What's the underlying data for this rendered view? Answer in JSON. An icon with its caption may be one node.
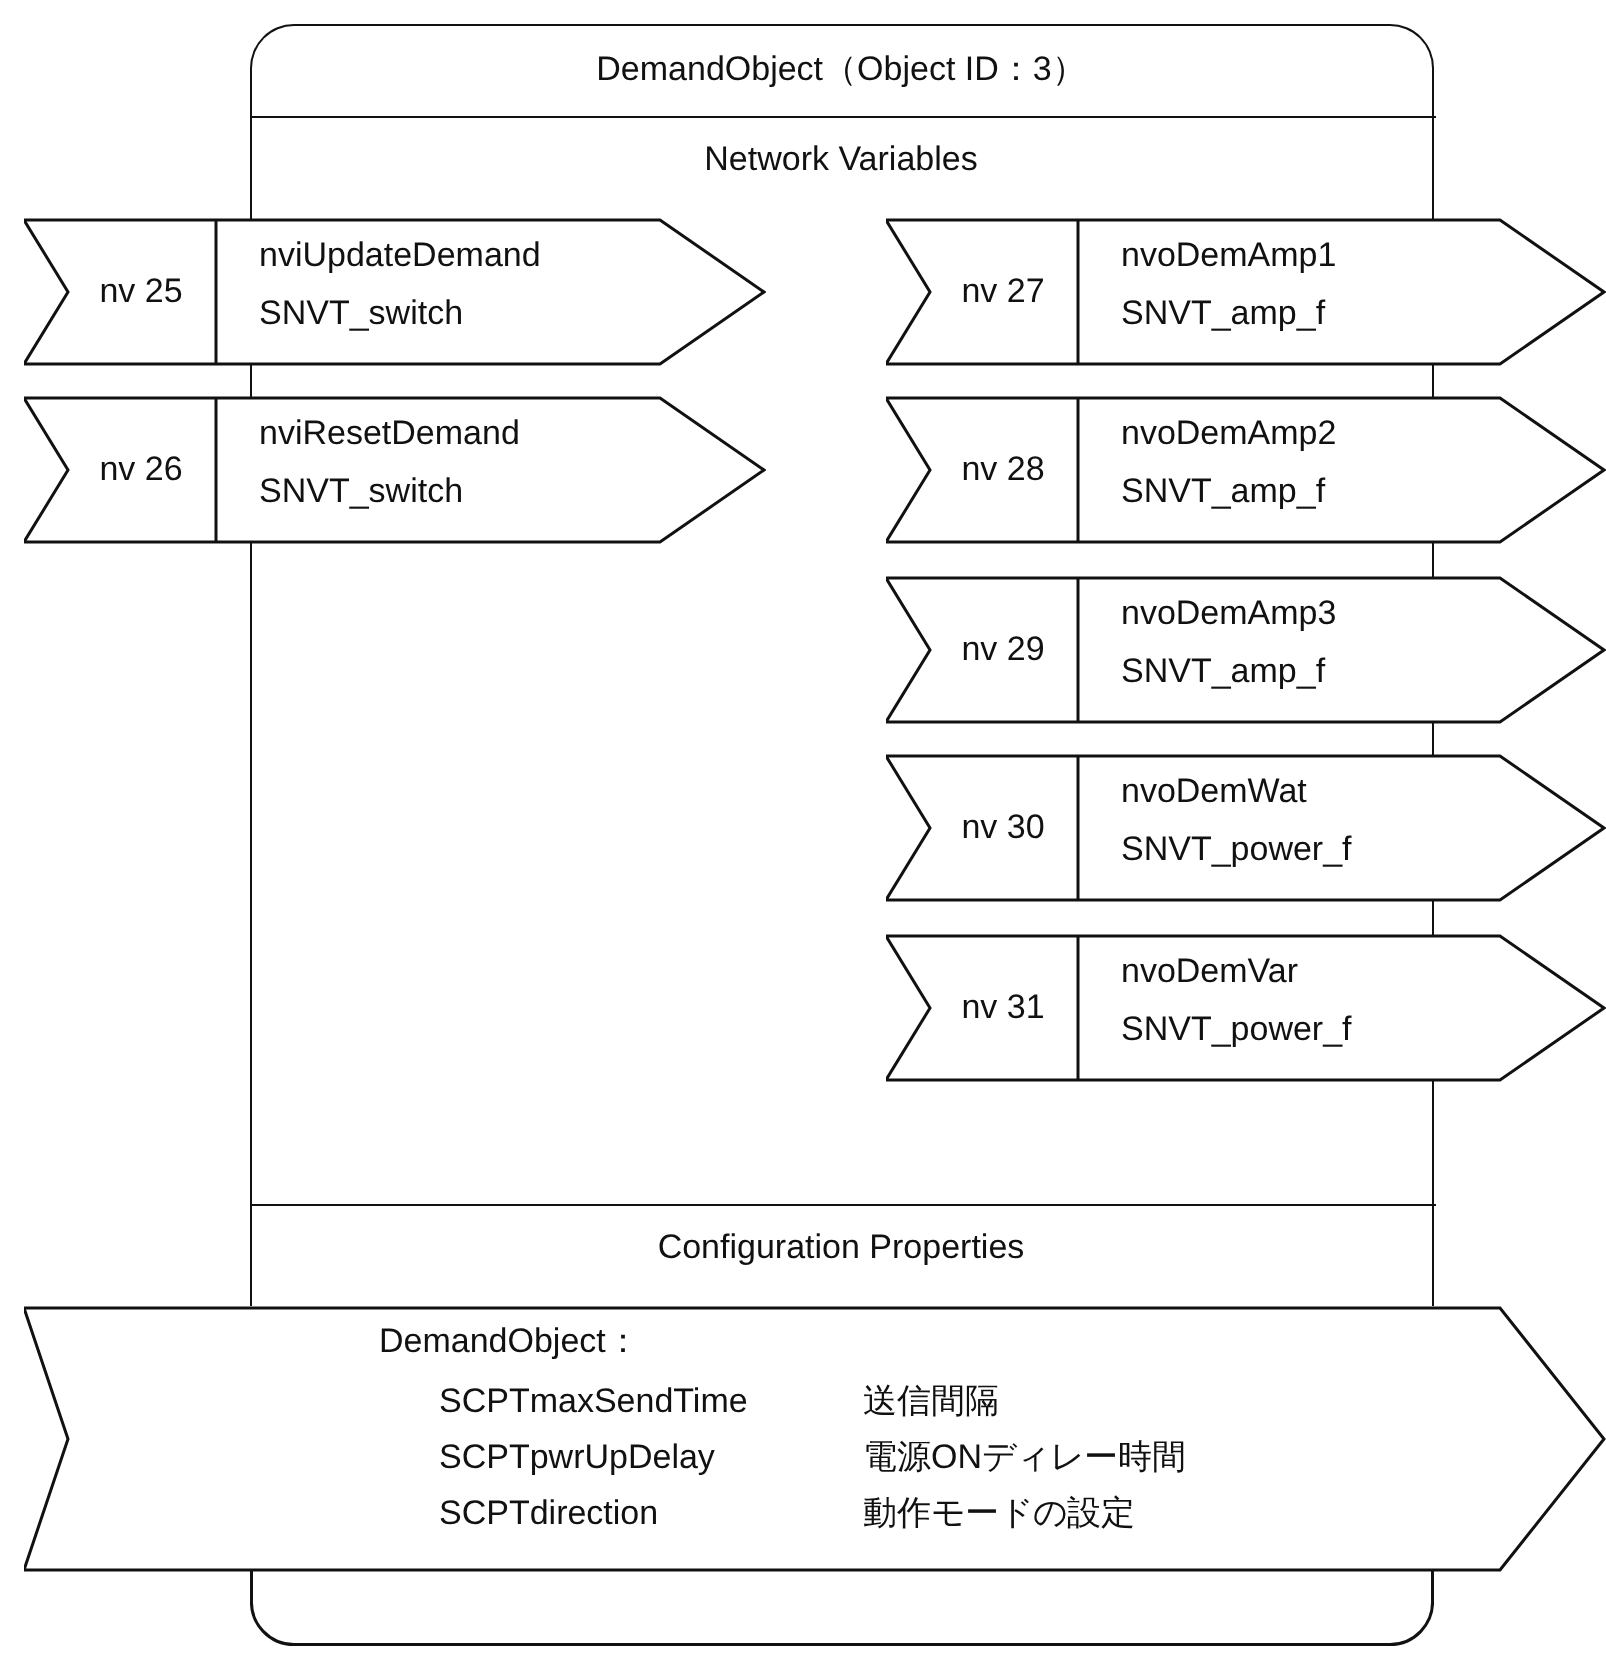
{
  "diagram": {
    "nodes": [
      {
        "text": [
          "DemandObject（Object ID：3）"
        ]
      },
      {
        "text": [
          "Network Variables"
        ],
        "in": 0
      },
      {
        "text": [
          "nv 25",
          "nviUpdateDemand",
          "SNVT_switch"
        ]
      },
      {
        "text": [
          "nv 26",
          "nviResetDemand",
          "SNVT_switch"
        ]
      },
      {
        "text": [
          "nv 27",
          "nvoDemAmp1",
          "SNVT_amp_f"
        ]
      },
      {
        "text": [
          "nv 28",
          "nvoDemAmp2",
          "SNVT_amp_f"
        ]
      },
      {
        "text": [
          "nv 29",
          "nvoDemAmp3",
          "SNVT_amp_f"
        ]
      },
      {
        "text": [
          "nv 30",
          "nvoDemWat",
          "SNVT_power_f"
        ]
      },
      {
        "text": [
          "nv 31",
          "nvoDemVar",
          "SNVT_power_f"
        ]
      },
      {
        "text": [
          "Configuration Properties"
        ],
        "in": 0
      },
      {
        "text": [
          "DemandObject：",
          "SCPTmaxSendTime",
          "送信間隔",
          "SCPTpwrUpDelay",
          "電源ONディレー時間",
          "SCPTdirection",
          "動作モードの設定"
        ]
      }
    ]
  }
}
